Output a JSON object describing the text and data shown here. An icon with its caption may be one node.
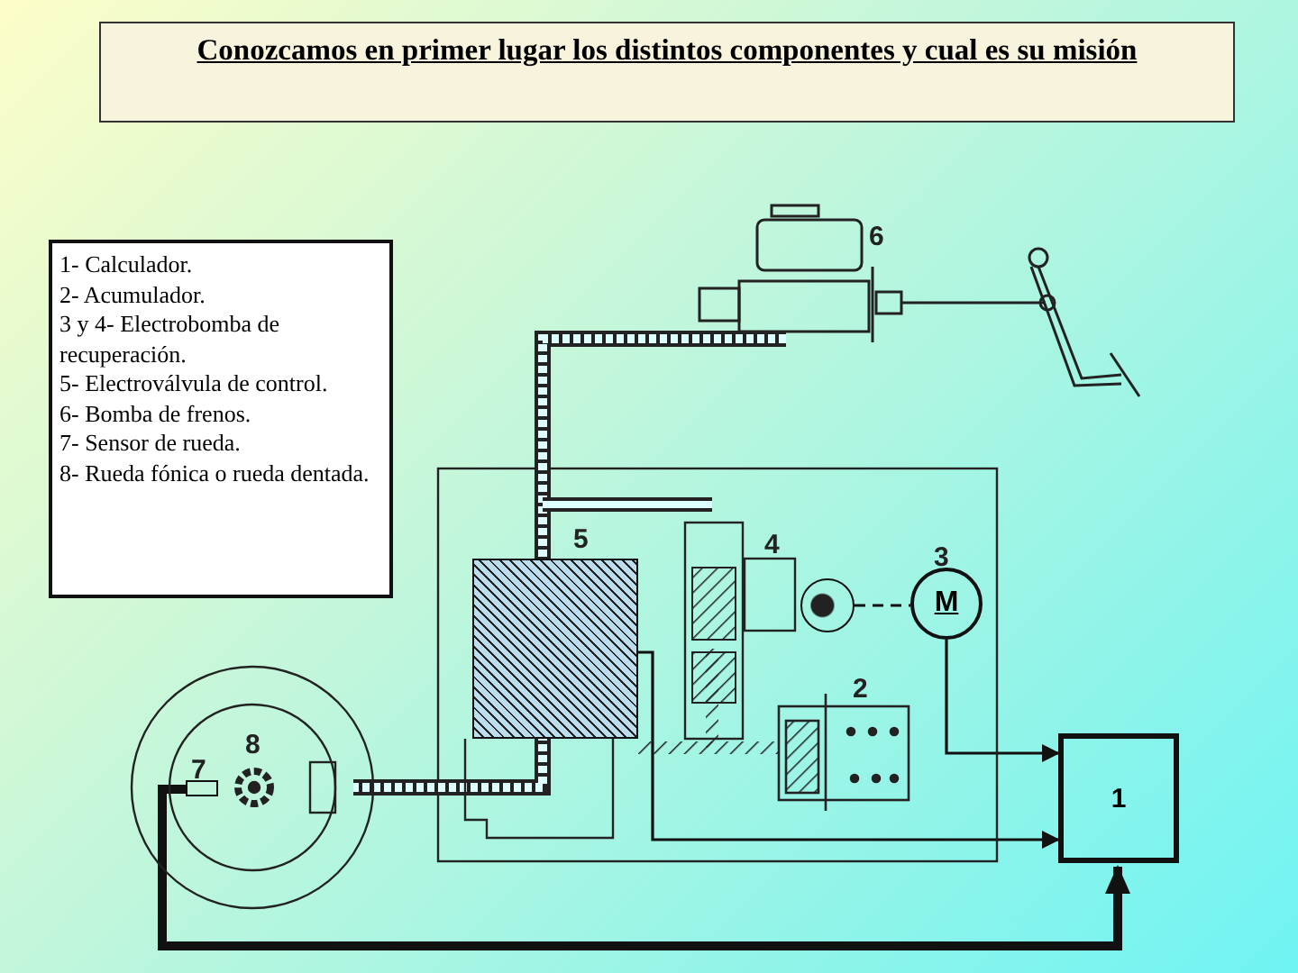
{
  "diagram": {
    "title": "Conozcamos en primer lugar los distintos componentes y cual es su misión",
    "nodes": [
      {
        "text": [
          "1"
        ]
      },
      {
        "text": [
          "M"
        ],
        "beside": [
          "3"
        ]
      },
      {
        "text": [],
        "shape": "circle",
        "beside": [
          "4"
        ]
      },
      {
        "text": [],
        "shape": "box",
        "beside": [
          "5"
        ]
      },
      {
        "text": [],
        "shape": "box",
        "beside": [
          "7"
        ]
      },
      {
        "text": [
          "1- Calculador.",
          "2- Acumulador.",
          "3 y 4- Electrobomba de recuperación.",
          "5- Electroválvula de control.",
          "6- Bomba de frenos.",
          "7- Sensor de rueda.",
          "8- Rueda fónica o rueda dentada."
        ]
      }
    ],
    "edges": [
      {
        "from": 1,
        "to": 0,
        "arrow": "to"
      },
      {
        "from": 3,
        "to": 0,
        "arrow": "to"
      },
      {
        "from": 4,
        "to": 0,
        "arrow": "to",
        "style": "thick"
      },
      {
        "from": 2,
        "to": 1,
        "arrow": "none",
        "style": "dashed"
      }
    ],
    "labels": [
      "6",
      "2",
      "8"
    ]
  }
}
